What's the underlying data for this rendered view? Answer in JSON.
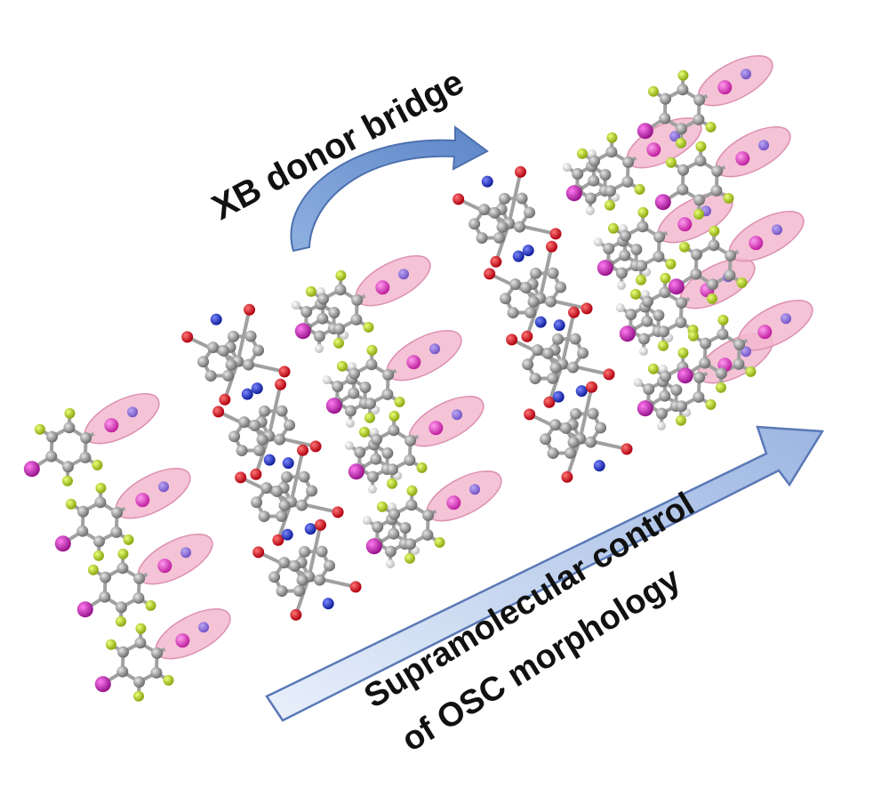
{
  "labels": {
    "bridge": "XB donor bridge",
    "control_line1": "Supramolecular control",
    "control_line2": "of OSC morphology"
  },
  "colors": {
    "background": "#ffffff",
    "carbon": "#8c8c8c",
    "hydrogen": "#e4e4e4",
    "oxygen": "#d0101c",
    "nitrogen": "#1a2bbf",
    "fluorine": "#b6d42c",
    "iodine": "#c21fb5",
    "xb_highlight": "#f2b9cf",
    "xb_highlight_stroke": "#dc8fb0",
    "xb_atom": "#e24fc8",
    "arrow_fill": "#b9cdec",
    "arrow_stroke": "#5a79b6"
  },
  "icons": {
    "bridge_arrow": "curved-arrow-icon",
    "control_arrow": "straight-arrow-icon"
  }
}
